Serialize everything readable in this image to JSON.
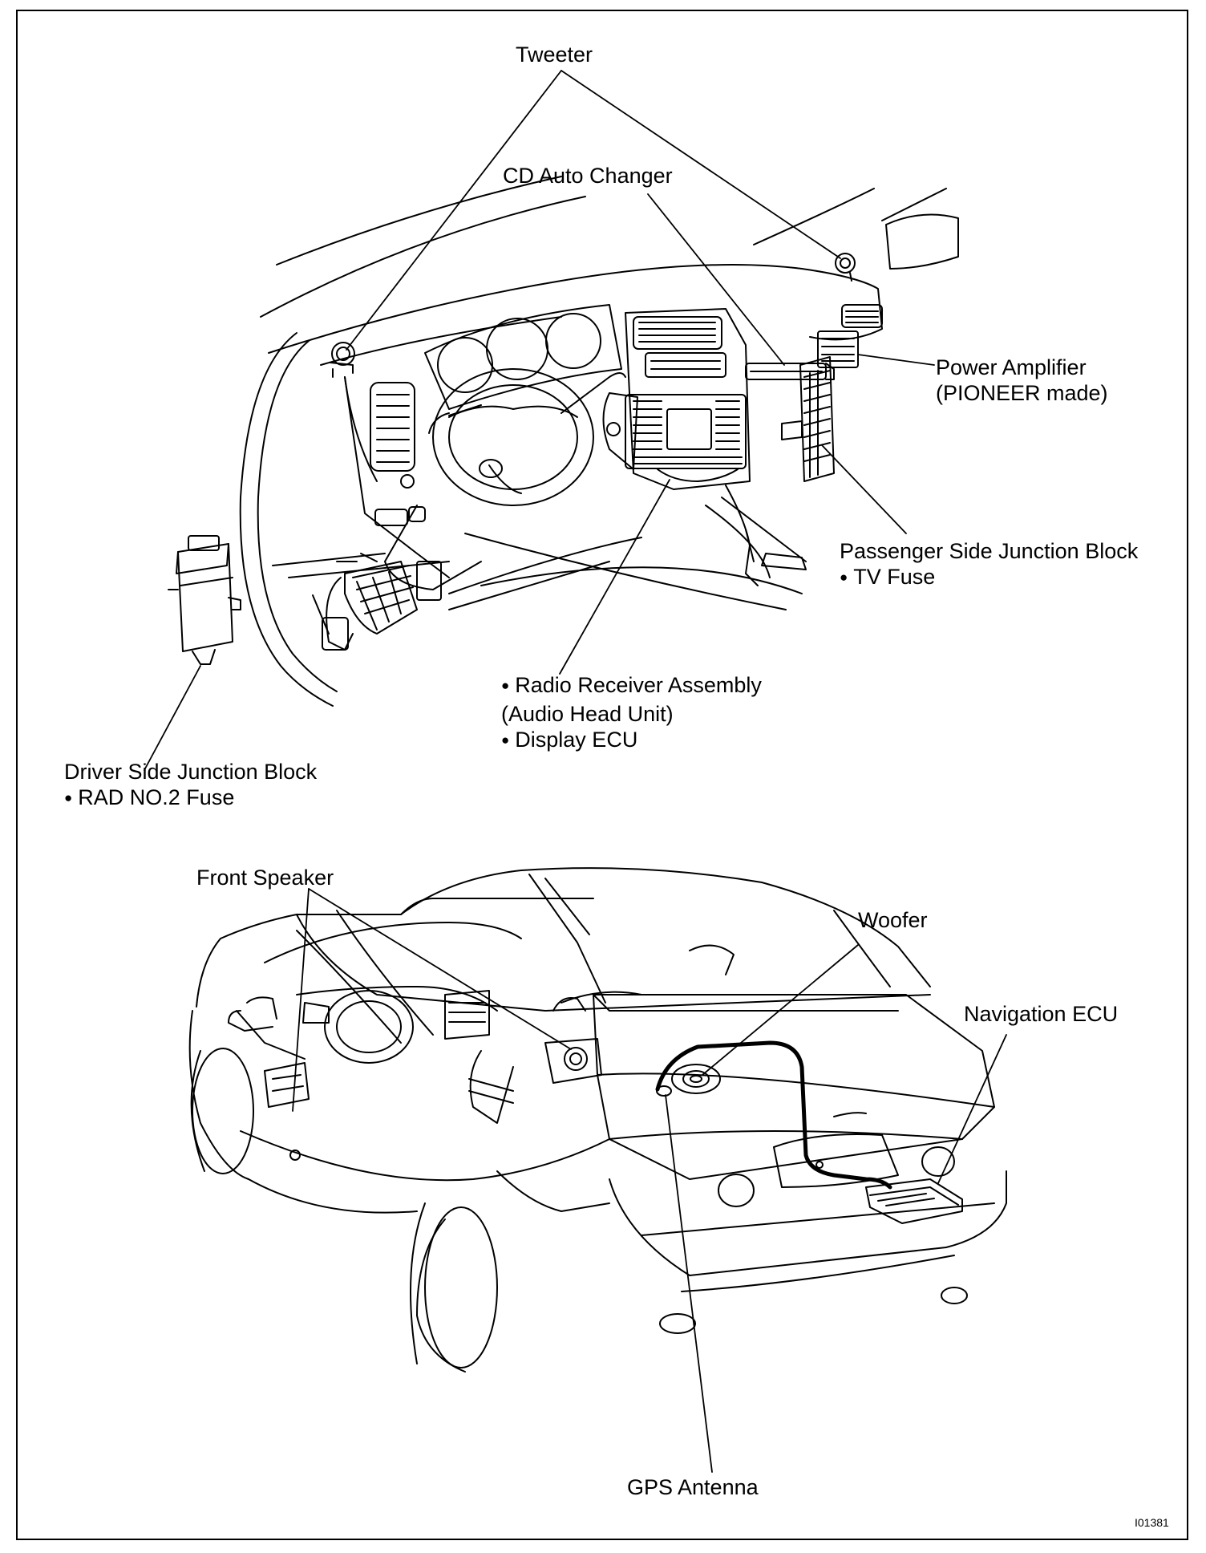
{
  "labels": {
    "tweeter": "Tweeter",
    "cd_auto_changer": "CD Auto Changer",
    "power_amplifier": [
      "Power Amplifier",
      "(PIONEER made)"
    ],
    "passenger_side_junction_block": [
      "Passenger Side Junction Block",
      "TV Fuse"
    ],
    "radio_receiver_assembly": [
      "Radio Receiver Assembly",
      "(Audio Head Unit)",
      "Display ECU"
    ],
    "driver_side_junction_block": [
      "Driver Side Junction Block",
      "RAD NO.2 Fuse"
    ],
    "front_speaker": "Front Speaker",
    "woofer": "Woofer",
    "navigation_ecu": "Navigation ECU",
    "gps_antenna": "GPS Antenna"
  },
  "figure_id": "I01381"
}
